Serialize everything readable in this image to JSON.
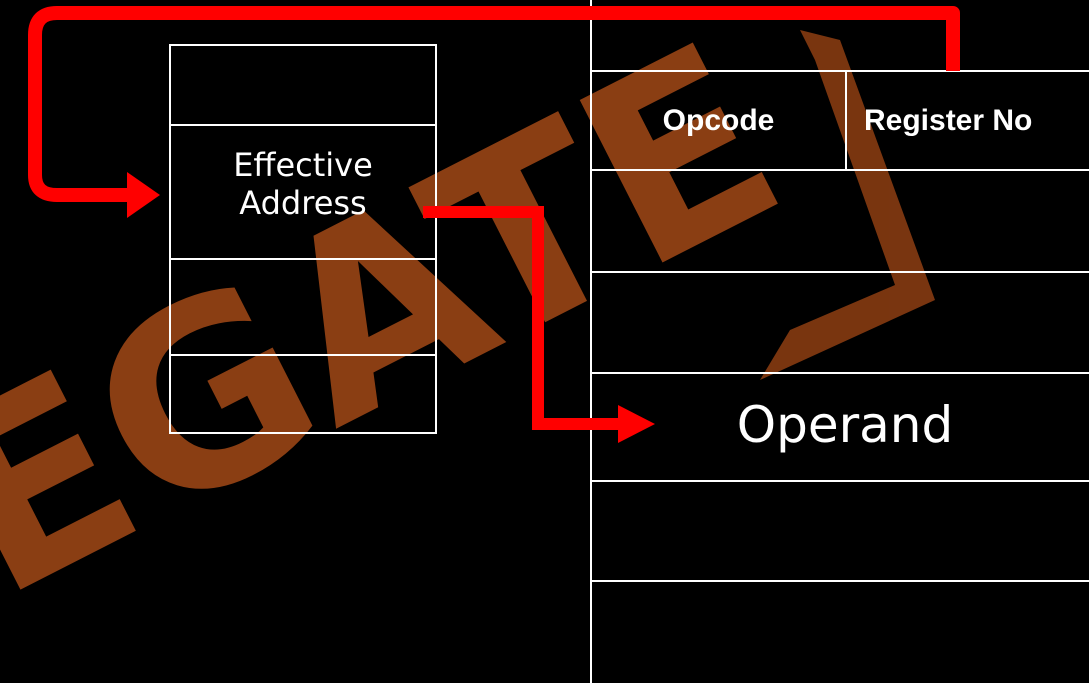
{
  "register_block": {
    "cells": [
      "",
      "Effective\nAddress",
      "",
      ""
    ]
  },
  "memory_block": {
    "instruction": {
      "opcode": "Opcode",
      "register_no": "Register No"
    },
    "operand_label": "Operand"
  },
  "watermark": {
    "text": "GATE",
    "color": "#c0561b"
  },
  "colors": {
    "background": "#000000",
    "lines": "#ffffff",
    "arrows": "#ff0000",
    "text": "#ffffff"
  }
}
